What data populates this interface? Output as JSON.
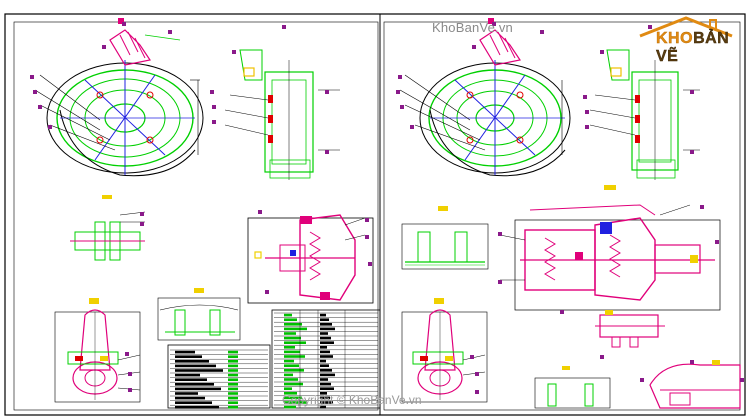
{
  "watermark": {
    "top_text": "KhoBanVe.vn",
    "bottom_text": "Copyright © KhoBanVe.vn"
  },
  "logo": {
    "text_part1": "KHO",
    "text_part2": "BẢN VẼ",
    "icon": "house-roof-icon"
  },
  "colors": {
    "background": "#ffffff",
    "frame": "#000000",
    "green": "#00e000",
    "magenta": "#e0007a",
    "blue": "#2020e0",
    "red": "#e00000",
    "yellow": "#f0d000",
    "logo_orange": "#e08a12"
  },
  "sheets": [
    {
      "id": "left",
      "views": [
        "brake-drum-front-view",
        "brake-drum-side-view",
        "small-bracket-section",
        "brake-chamber-section",
        "slack-adjuster-view",
        "bracket-detail",
        "parts-table"
      ]
    },
    {
      "id": "right",
      "views": [
        "brake-drum-front-view",
        "brake-drum-side-view",
        "bracket-section",
        "brake-booster-section",
        "slack-adjuster-view",
        "valve-detail",
        "lower-assembly"
      ]
    }
  ]
}
